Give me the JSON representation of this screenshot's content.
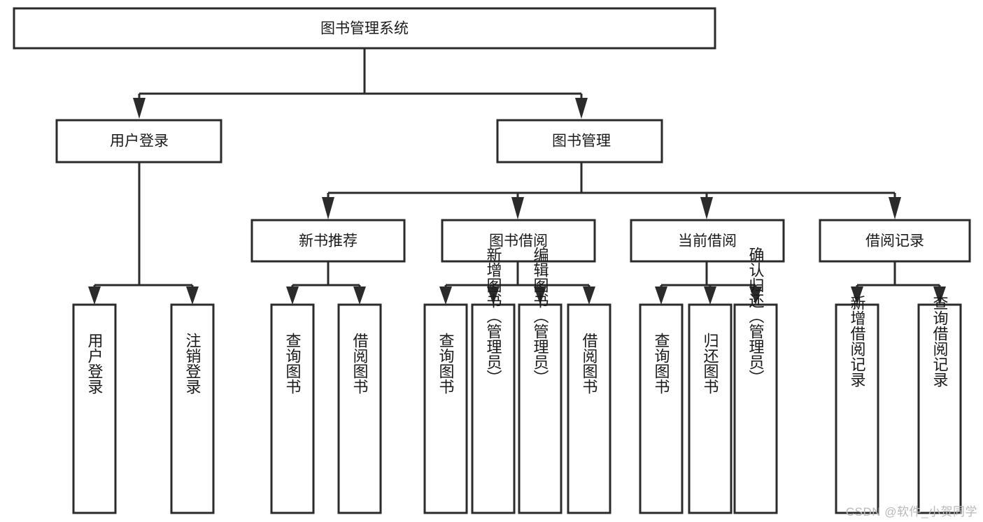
{
  "diagram": {
    "type": "tree-hierarchy",
    "title": "图书管理系统",
    "watermark": "CSDN @软件_小贺同学",
    "colors": {
      "stroke": "#2b2b2b",
      "fill": "#ffffff",
      "text": "#1a1a1a",
      "watermark": "#b9b9b9"
    },
    "levels": {
      "root": {
        "label": "图书管理系统"
      },
      "level2": [
        {
          "label": "用户登录"
        },
        {
          "label": "图书管理"
        }
      ],
      "level3": [
        {
          "label": "新书推荐"
        },
        {
          "label": "图书借阅"
        },
        {
          "label": "当前借阅"
        },
        {
          "label": "借阅记录"
        }
      ],
      "leaves": [
        {
          "label": "用户登录",
          "parent": "用户登录"
        },
        {
          "label": "注销登录",
          "parent": "用户登录"
        },
        {
          "label": "查询图书",
          "parent": "新书推荐"
        },
        {
          "label": "借阅图书",
          "parent": "新书推荐"
        },
        {
          "label": "查询图书",
          "parent": "图书借阅"
        },
        {
          "label": "新增图书（管理员）",
          "parent": "图书借阅"
        },
        {
          "label": "编辑图书（管理员）",
          "parent": "图书借阅"
        },
        {
          "label": "借阅图书",
          "parent": "图书借阅"
        },
        {
          "label": "查询图书",
          "parent": "当前借阅"
        },
        {
          "label": "归还图书",
          "parent": "当前借阅"
        },
        {
          "label": "确认归还（管理员）",
          "parent": "当前借阅"
        },
        {
          "label": "新增借阅记录",
          "parent": "借阅记录"
        },
        {
          "label": "查询借阅记录",
          "parent": "借阅记录"
        }
      ]
    }
  }
}
